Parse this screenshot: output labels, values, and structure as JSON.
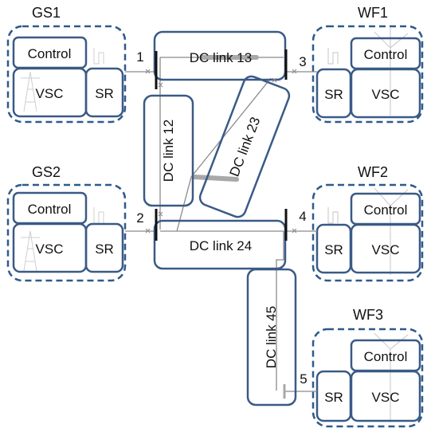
{
  "colors": {
    "box_stroke": "#3a5a86",
    "dash_stroke": "#2f5a8a",
    "line": "#8a8a8a",
    "bus": "#111111",
    "bar": "#a8a8a8"
  },
  "stations": {
    "gs1": {
      "title": "GS1",
      "control": "Control",
      "vsc": "VSC",
      "sr": "SR"
    },
    "gs2": {
      "title": "GS2",
      "control": "Control",
      "vsc": "VSC",
      "sr": "SR"
    },
    "wf1": {
      "title": "WF1",
      "control": "Control",
      "vsc": "VSC",
      "sr": "SR"
    },
    "wf2": {
      "title": "WF2",
      "control": "Control",
      "vsc": "VSC",
      "sr": "SR"
    },
    "wf3": {
      "title": "WF3",
      "control": "Control",
      "vsc": "VSC",
      "sr": "SR"
    }
  },
  "nodes": {
    "n1": "1",
    "n2": "2",
    "n3": "3",
    "n4": "4",
    "n5": "5"
  },
  "links": {
    "l13": "DC link 13",
    "l12": "DC link 12",
    "l23": "DC link 23",
    "l24": "DC link 24",
    "l45": "DC link 45"
  }
}
